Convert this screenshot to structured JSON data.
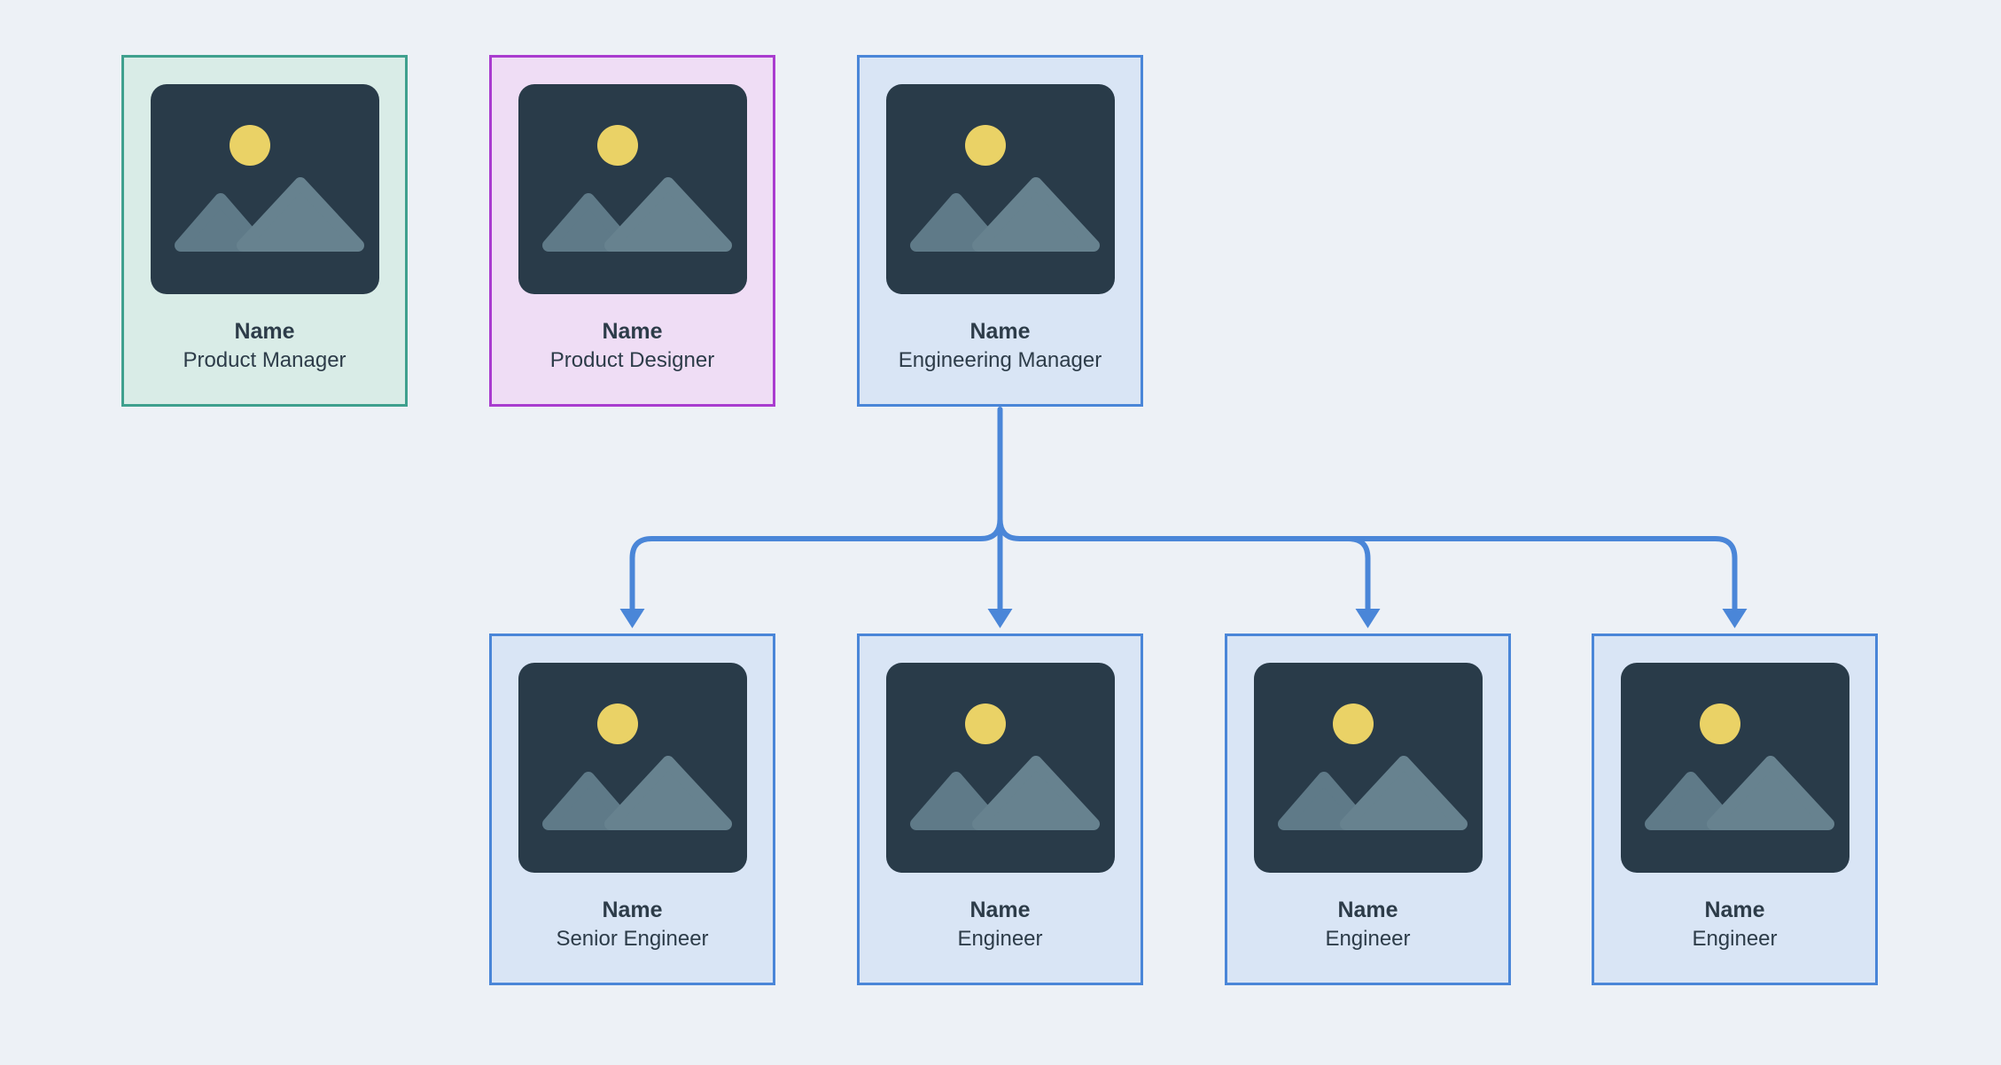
{
  "canvas": {
    "background": "#edf1f6",
    "text_color": "#2d3c49"
  },
  "connector": {
    "color": "#4a86d8",
    "style": "elbow-arrows-from-engineering-manager"
  },
  "themes": {
    "green": {
      "border": "#3fa08e",
      "background": "#d9ece7"
    },
    "purple": {
      "border": "#a93ccf",
      "background": "#efddf5"
    },
    "blue": {
      "border": "#4a86d8",
      "background": "#d9e5f5"
    }
  },
  "placeholder_icon": {
    "background": "#293b49",
    "sun": "#ead266",
    "mountain_left": "#5f7a88",
    "mountain_right": "#67828f"
  },
  "cards": [
    {
      "name": "Name",
      "role": "Product Manager",
      "theme": "green"
    },
    {
      "name": "Name",
      "role": "Product Designer",
      "theme": "purple"
    },
    {
      "name": "Name",
      "role": "Engineering Manager",
      "theme": "blue"
    },
    {
      "name": "Name",
      "role": "Senior Engineer",
      "theme": "blue"
    },
    {
      "name": "Name",
      "role": "Engineer",
      "theme": "blue"
    },
    {
      "name": "Name",
      "role": "Engineer",
      "theme": "blue"
    },
    {
      "name": "Name",
      "role": "Engineer",
      "theme": "blue"
    }
  ]
}
